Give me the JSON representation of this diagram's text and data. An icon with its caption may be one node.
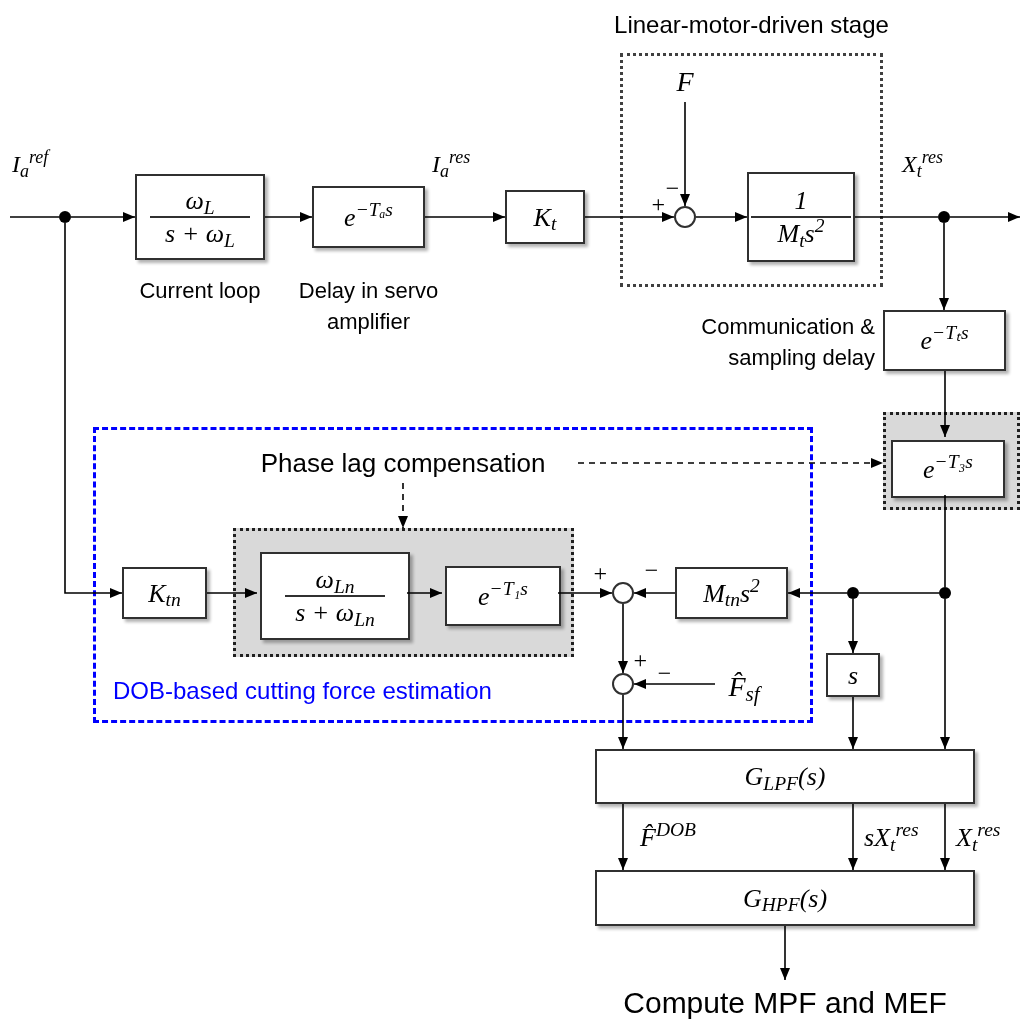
{
  "diagram": {
    "nodes": [
      {
        "text": [
          "Linear-motor-driven stage"
        ]
      },
      {
        "text": [
          "F"
        ],
        "in": 0
      },
      {
        "text": [],
        "shape": "circle",
        "in": 0
      },
      {
        "text": [
          "1",
          "M$_{t}$s$^{2}$"
        ],
        "in": 0
      },
      {
        "text": [],
        "shape": "dot"
      },
      {
        "text": [
          "ω$_{L}$",
          "s + ω$_{L}$"
        ],
        "beside": [
          "Current loop"
        ]
      },
      {
        "text": [
          "e$^{−Tₐs}$"
        ],
        "beside": [
          "Delay in servo amplifier"
        ]
      },
      {
        "text": [
          "K$_{t}$"
        ]
      },
      {
        "text": [],
        "shape": "dot"
      },
      {
        "text": [
          "e$^{−Tₜs}$"
        ],
        "beside": [
          "Communication & sampling delay"
        ]
      },
      {
        "text": [
          "DOB-based cutting force estimation"
        ]
      },
      {
        "text": [
          "Phase lag compensation"
        ],
        "in": 10
      },
      {
        "text": [],
        "shape": "box"
      },
      {
        "text": [
          "e$^{−T₃s}$"
        ],
        "in": 12
      },
      {
        "text": [
          "K$_{tn}$"
        ],
        "in": 10
      },
      {
        "text": [],
        "shape": "box",
        "in": 10
      },
      {
        "text": [
          "ω$_{Ln}$",
          "s + ω$_{Ln}$"
        ],
        "in": 15
      },
      {
        "text": [
          "e$^{−T₁s}$"
        ],
        "in": 15
      },
      {
        "text": [],
        "shape": "circle",
        "in": 10
      },
      {
        "text": [
          "M$_{tn}$s$^{2}$"
        ],
        "in": 10
      },
      {
        "text": [],
        "shape": "circle",
        "in": 10
      },
      {
        "text": [
          "F̂$_{sf}$"
        ],
        "in": 10
      },
      {
        "text": [],
        "shape": "dot"
      },
      {
        "text": [],
        "shape": "dot"
      },
      {
        "text": [
          "s"
        ]
      },
      {
        "text": [
          "G$_{LPF}$(s)"
        ]
      },
      {
        "text": [
          "G$_{HPF}$(s)"
        ]
      },
      {
        "text": [
          "Compute MPF and MEF"
        ]
      }
    ],
    "edges": [
      {
        "from": null,
        "to": 4,
        "arrow": "none"
      },
      {
        "from": 4,
        "to": 5,
        "arrow": "to"
      },
      {
        "from": 5,
        "to": 6,
        "arrow": "to"
      },
      {
        "from": 6,
        "to": 7,
        "arrow": "to"
      },
      {
        "from": 7,
        "to": 2,
        "arrow": "to"
      },
      {
        "from": 1,
        "to": 2,
        "arrow": "to"
      },
      {
        "from": 2,
        "to": 3,
        "arrow": "to"
      },
      {
        "from": 3,
        "to": 8,
        "arrow": "none"
      },
      {
        "from": 8,
        "to": null,
        "arrow": "to"
      },
      {
        "from": 8,
        "to": 9,
        "arrow": "to"
      },
      {
        "from": 9,
        "to": 13,
        "arrow": "to"
      },
      {
        "from": 13,
        "to": 23,
        "arrow": "none"
      },
      {
        "from": 23,
        "to": 22,
        "arrow": "none"
      },
      {
        "from": 22,
        "to": 19,
        "arrow": "to"
      },
      {
        "from": 19,
        "to": 18,
        "arrow": "to"
      },
      {
        "from": 4,
        "to": 14,
        "arrow": "to"
      },
      {
        "from": 14,
        "to": 16,
        "arrow": "to"
      },
      {
        "from": 16,
        "to": 17,
        "arrow": "to"
      },
      {
        "from": 17,
        "to": 18,
        "arrow": "to"
      },
      {
        "from": 18,
        "to": 20,
        "arrow": "to"
      },
      {
        "from": 21,
        "to": 20,
        "arrow": "to"
      },
      {
        "from": 20,
        "to": 25,
        "arrow": "to"
      },
      {
        "from": 22,
        "to": 24,
        "arrow": "to"
      },
      {
        "from": 24,
        "to": 25,
        "arrow": "to"
      },
      {
        "from": 23,
        "to": 25,
        "arrow": "to"
      },
      {
        "from": 25,
        "to": 26,
        "arrow": "to",
        "label": "F̂$^{DOB}$"
      },
      {
        "from": 25,
        "to": 26,
        "arrow": "to",
        "label": "sX$_{t}$$^{res}$"
      },
      {
        "from": 25,
        "to": 26,
        "arrow": "to",
        "label": "X$_{t}$$^{res}$"
      },
      {
        "from": 26,
        "to": 27,
        "arrow": "to"
      },
      {
        "from": 11,
        "to": 15,
        "arrow": "to",
        "style": "dashed"
      },
      {
        "from": 11,
        "to": 12,
        "arrow": "to",
        "style": "dashed"
      }
    ],
    "labels": [
      "I$_{a}$$^{ref}$",
      "I$_{a}$$^{res}$",
      "−",
      "+",
      "X$_{t}$$^{res}$",
      "+",
      "−",
      "+",
      "−"
    ]
  }
}
